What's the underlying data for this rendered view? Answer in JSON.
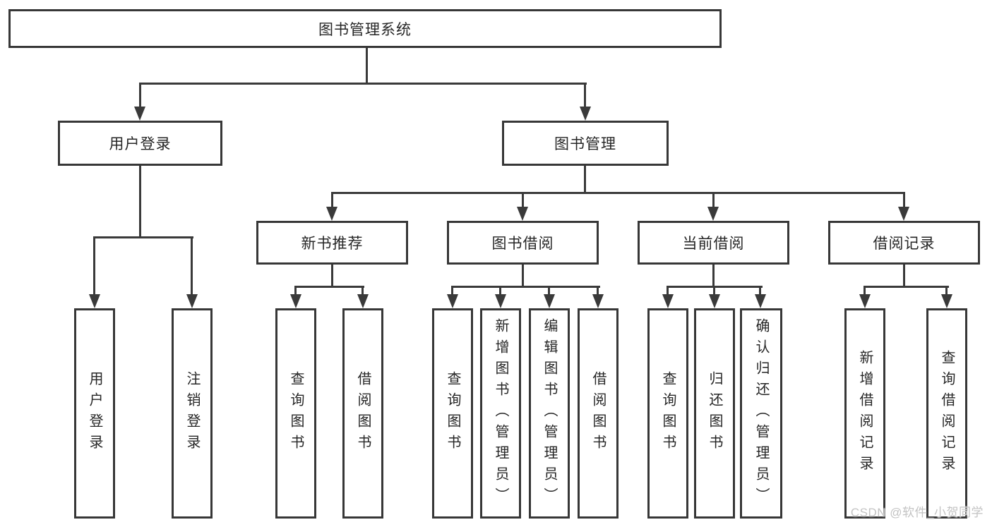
{
  "diagram": {
    "type": "tree",
    "root": {
      "label": "图书管理系统",
      "children": [
        {
          "label": "用户登录",
          "children": [
            {
              "label": "用户登录"
            },
            {
              "label": "注销登录"
            }
          ]
        },
        {
          "label": "图书管理",
          "children": [
            {
              "label": "新书推荐",
              "children": [
                {
                  "label": "查询图书"
                },
                {
                  "label": "借阅图书"
                }
              ]
            },
            {
              "label": "图书借阅",
              "children": [
                {
                  "label": "查询图书"
                },
                {
                  "label": "新增图书（管理员）"
                },
                {
                  "label": "编辑图书（管理员）"
                },
                {
                  "label": "借阅图书"
                }
              ]
            },
            {
              "label": "当前借阅",
              "children": [
                {
                  "label": "查询图书"
                },
                {
                  "label": "归还图书"
                },
                {
                  "label": "确认归还（管理员）"
                }
              ]
            },
            {
              "label": "借阅记录",
              "children": [
                {
                  "label": "新增借阅记录"
                },
                {
                  "label": "查询借阅记录"
                }
              ]
            }
          ]
        }
      ]
    }
  },
  "watermark": {
    "text": "CSDN @软件_小贺同学"
  },
  "colors": {
    "background": "#ffffff",
    "box_border": "#373737",
    "line": "#3a3a3a",
    "text": "#262626",
    "watermark": "#c3c3c3"
  }
}
